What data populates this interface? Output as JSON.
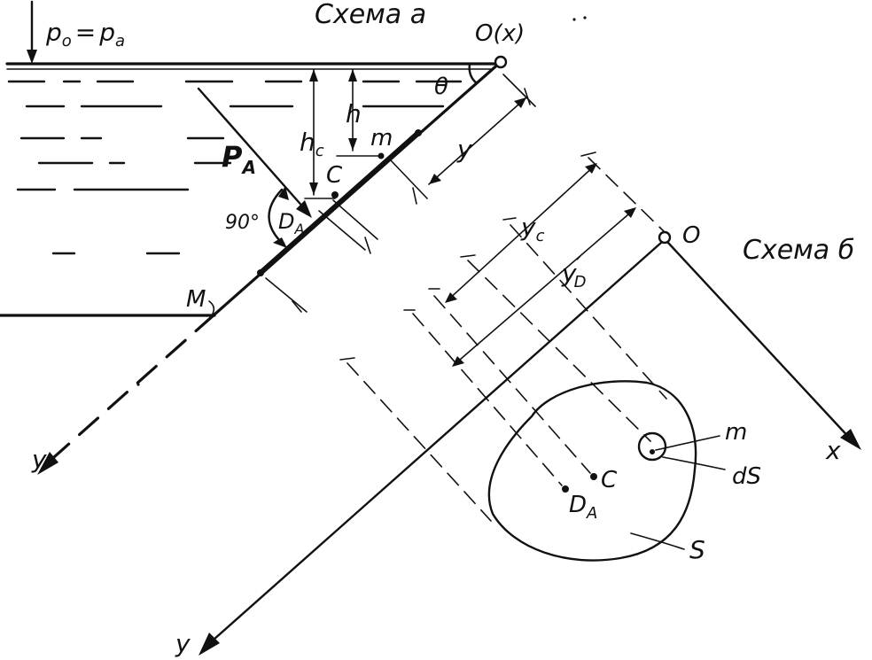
{
  "scheme_a": {
    "title": "Схема а",
    "pressure_lhs": "p",
    "pressure_lhs_sub": "o",
    "pressure_eq": "=",
    "pressure_rhs": "p",
    "pressure_rhs_sub": "a",
    "hinge_label": "O(x)",
    "angle_label": "θ",
    "depth_h": "h",
    "depth_hc": "h",
    "depth_hc_sub": "c",
    "point_m": "m",
    "point_c": "C",
    "axis_y": "y",
    "force_label": "P",
    "force_sub": "A",
    "right_angle": "90°",
    "center_d": "D",
    "center_d_sub": "A",
    "point_M": "M",
    "axis_y_end": "y"
  },
  "scheme_b": {
    "title": "Схема б",
    "origin": "O",
    "axis_x": "x",
    "axis_y": "y",
    "dim_yc": "y",
    "dim_yc_sub": "c",
    "dim_yd": "y",
    "dim_yd_sub": "D",
    "dim_yd_prime": "′",
    "point_m": "m",
    "element_ds": "dS",
    "point_c": "C",
    "center_d": "D",
    "center_d_sub": "A",
    "area_s": "S"
  }
}
